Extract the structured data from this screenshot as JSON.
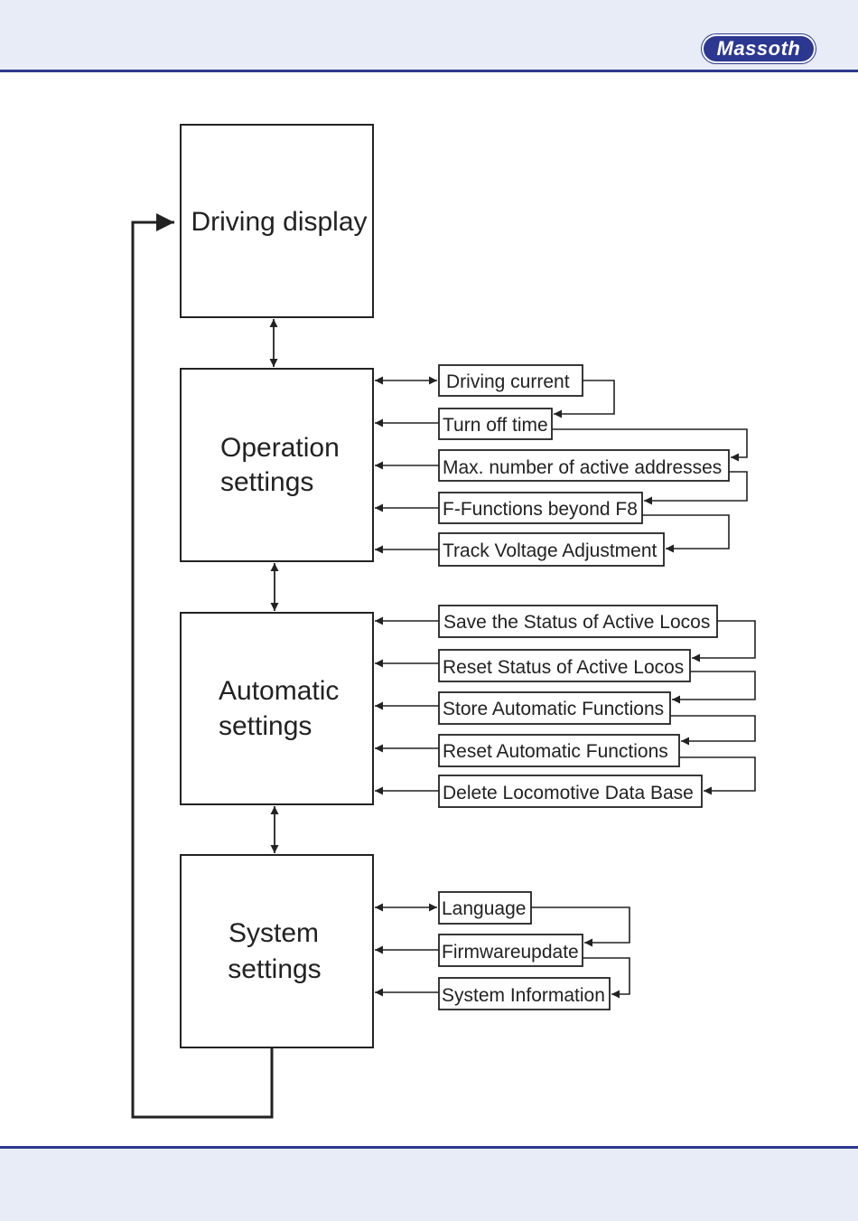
{
  "brand": {
    "logo_text": "Massoth"
  },
  "main_boxes": {
    "driving": "Driving display",
    "operation": [
      "Operation",
      "settings"
    ],
    "automatic": [
      "Automatic",
      "settings"
    ],
    "system": [
      "System",
      "settings"
    ]
  },
  "operation_items": [
    "Driving current",
    "Turn off time",
    "Max. number of active addresses",
    "F-Functions beyond F8",
    "Track Voltage Adjustment"
  ],
  "automatic_items": [
    "Save the Status of Active Locos",
    "Reset Status of Active Locos",
    "Store Automatic Functions",
    "Reset Automatic Functions",
    "Delete Locomotive Data Base"
  ],
  "system_items": [
    "Language",
    "Firmwareupdate",
    "System Information"
  ]
}
